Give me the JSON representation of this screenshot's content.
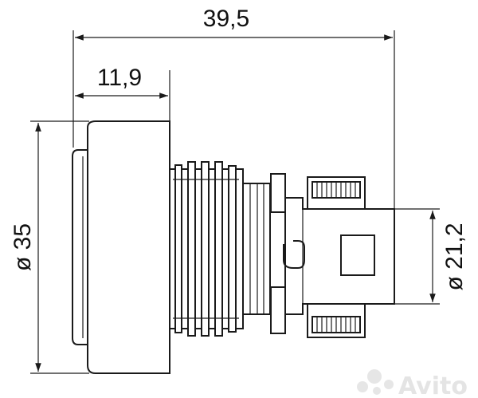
{
  "dimensions": {
    "overall_length": "39,5",
    "flange_length": "11,9",
    "flange_diameter": "ø 35",
    "connector_diameter": "ø 21,2"
  },
  "watermark": {
    "text": "Avito",
    "icon": "avito-dots-icon"
  },
  "colors": {
    "line": "#1a1a1a",
    "background": "#ffffff",
    "watermark": "#e4e4e4"
  }
}
